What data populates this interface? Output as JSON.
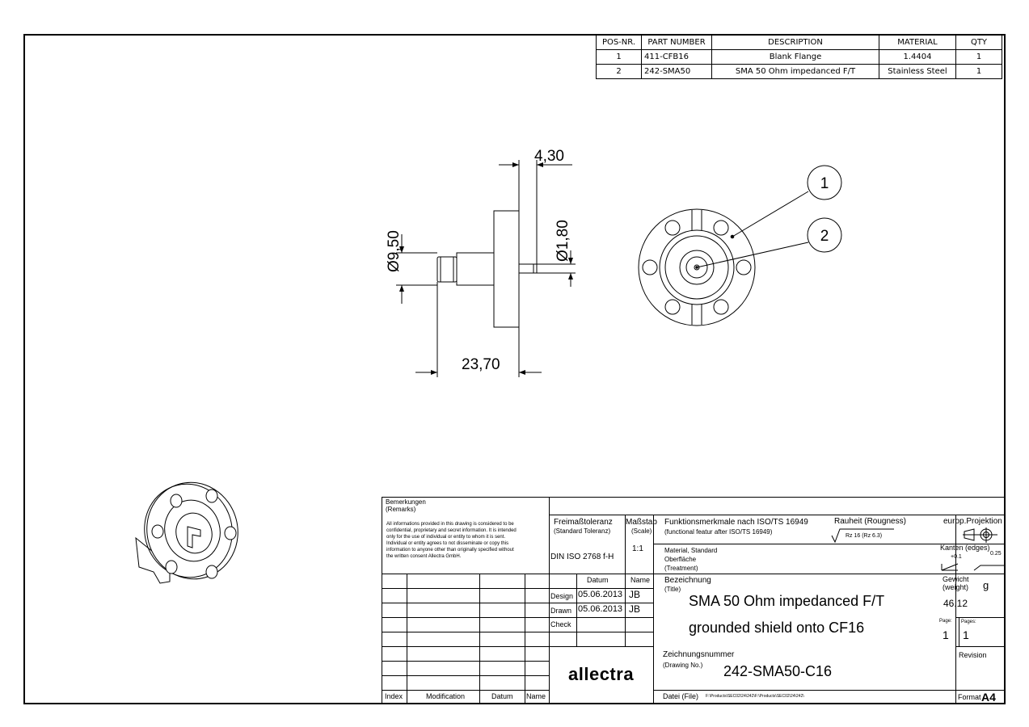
{
  "bom": {
    "headers": [
      "POS-NR.",
      "PART NUMBER",
      "DESCRIPTION",
      "MATERIAL",
      "QTY"
    ],
    "rows": [
      [
        "1",
        "411-CFB16",
        "Blank Flange",
        "1.4404",
        "1"
      ],
      [
        "2",
        "242-SMA50",
        "SMA 50 Ohm impedanced F/T",
        "Stainless Steel",
        "1"
      ]
    ]
  },
  "dimensions": {
    "d1": "4,30",
    "d2": "Ø9,50",
    "d3": "Ø1,80",
    "d4": "23,70"
  },
  "balloons": {
    "b1": "1",
    "b2": "2"
  },
  "titleblock": {
    "remarks_title": "Bemerkungen",
    "remarks_sub": "(Remarks)",
    "disclaimer": [
      "All informations provided in this drawing is considered to be",
      "confidential, proprietary and secret information. It is intended",
      "only for the use of individual or entity to whom it is sent.",
      "Individual or entity agrees to not disseminate or copy this",
      "information to anyone other than originally specified without",
      "the written consent Allectra GmbH."
    ],
    "tol_title": "Freimaßtoleranz",
    "tol_sub": "(Standard Toleranz)",
    "tol_value": "DIN ISO 2768 f-H",
    "scale_title": "Maßstab",
    "scale_sub": "(Scale)",
    "scale_value": "1:1",
    "func_title": "Funktionsmerkmale nach ISO/TS 16949",
    "func_sub": "(functional featur after ISO/TS 16949)",
    "rough_title": "Rauheit (Rougness)",
    "rough_value": "Rz 16 (Rz 6.3)",
    "proj": "europ.Projektion",
    "edges": "Kanten (edges)",
    "edge_a": "+0.1",
    "edge_b": "0.25",
    "material1": "Material, Standard",
    "material2": "Oberfläche",
    "material3": "(Treatment)",
    "datum_head": "Datum",
    "name_head": "Name",
    "design_label": "Design",
    "design_date": "05.06.2013",
    "design_name": "JB",
    "drawn_label": "Drawn",
    "drawn_date": "05.06.2013",
    "drawn_name": "JB",
    "check_label": "Check",
    "title_label": "Bezeichnung",
    "title_sub": "(Title)",
    "title_line1": "SMA 50 Ohm impedanced F/T",
    "title_line2": "grounded shield onto CF16",
    "weight_label": "Gewicht",
    "weight_sub": "(weight)",
    "weight_unit": "g",
    "weight_value": "46.12",
    "page_label": "Page:",
    "pages_label": "Pages:",
    "page_value": "1",
    "pages_value": "1",
    "dwg_label": "Zeichnungsnummer",
    "dwg_sub": "(Drawing No.)",
    "dwg_value": "242-SMA50-C16",
    "revision_label": "Revision",
    "file_label": "Datei (File)",
    "file_value": "F:\\Products\\SEC02\\24\\242\\F:\\Products\\SEC02\\24\\242\\",
    "format_label": "Format",
    "format_value": "A4",
    "index_label": "Index",
    "modification_label": "Modification",
    "datum_label": "Datum",
    "namecol_label": "Name",
    "logo_text": "allectra"
  }
}
